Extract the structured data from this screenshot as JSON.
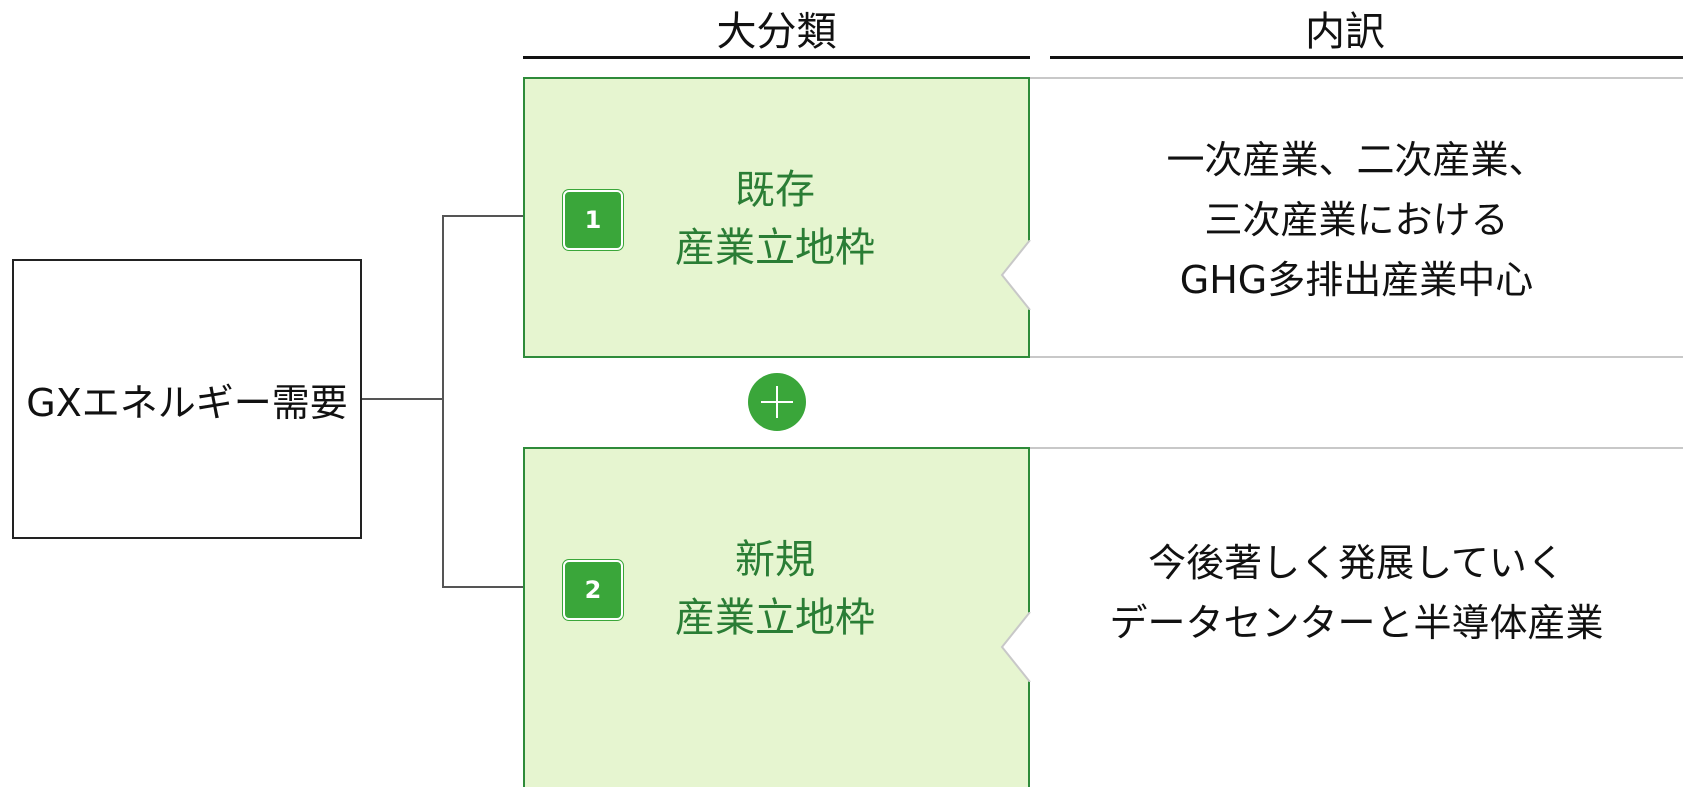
{
  "headers": {
    "category": "大分類",
    "breakdown": "内訳"
  },
  "root": {
    "label": "GXエネルギー需要"
  },
  "categories": [
    {
      "number": "1",
      "title_line1": "既存",
      "title_line2": "産業立地枠",
      "detail_lines": [
        "一次産業、二次産業、",
        "三次産業における",
        "GHG多排出産業中心"
      ]
    },
    {
      "number": "2",
      "title_line1": "新規",
      "title_line2": "産業立地枠",
      "detail_lines": [
        "今後著しく発展していく",
        "データセンターと半導体産業"
      ]
    }
  ],
  "plus_icon": "plus-icon",
  "colors": {
    "category_fill": "#e6f5d0",
    "category_border": "#2e8b3a",
    "category_text": "#2a7d35",
    "badge": "#3aa63a",
    "detail_border": "#c8c8c8"
  }
}
